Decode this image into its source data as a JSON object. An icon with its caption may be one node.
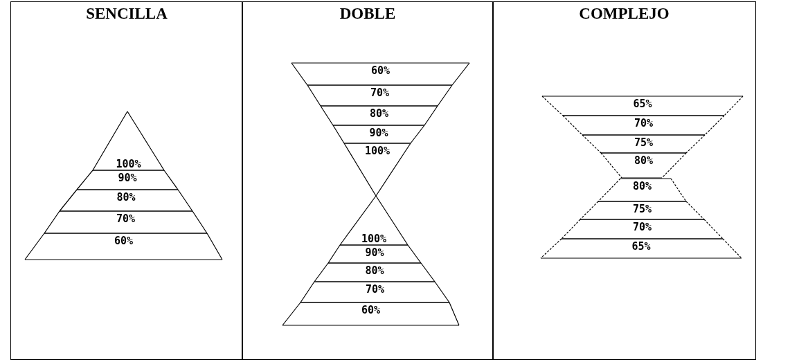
{
  "diagram": {
    "nodes": [
      {
        "text": [
          "SENCILLA"
        ]
      },
      {
        "text": [
          "100%"
        ],
        "in": 0
      },
      {
        "text": [
          "90%"
        ],
        "in": 0
      },
      {
        "text": [
          "80%"
        ],
        "in": 0
      },
      {
        "text": [
          "70%"
        ],
        "in": 0
      },
      {
        "text": [
          "60%"
        ],
        "in": 0
      },
      {
        "text": [
          "DOBLE"
        ]
      },
      {
        "text": [
          "60%"
        ],
        "in": 6
      },
      {
        "text": [
          "70%"
        ],
        "in": 6
      },
      {
        "text": [
          "80%"
        ],
        "in": 6
      },
      {
        "text": [
          "90%"
        ],
        "in": 6
      },
      {
        "text": [
          "100%"
        ],
        "in": 6
      },
      {
        "text": [
          "100%"
        ],
        "in": 6
      },
      {
        "text": [
          "90%"
        ],
        "in": 6
      },
      {
        "text": [
          "80%"
        ],
        "in": 6
      },
      {
        "text": [
          "70%"
        ],
        "in": 6
      },
      {
        "text": [
          "60%"
        ],
        "in": 6
      },
      {
        "text": [
          "COMPLEJO"
        ]
      },
      {
        "text": [
          "65%"
        ],
        "in": 17
      },
      {
        "text": [
          "70%"
        ],
        "in": 17
      },
      {
        "text": [
          "75%"
        ],
        "in": 17
      },
      {
        "text": [
          "80%"
        ],
        "in": 17
      },
      {
        "text": [
          "80%"
        ],
        "in": 17
      },
      {
        "text": [
          "75%"
        ],
        "in": 17
      },
      {
        "text": [
          "70%"
        ],
        "in": 17
      },
      {
        "text": [
          "65%"
        ],
        "in": 17
      }
    ]
  }
}
